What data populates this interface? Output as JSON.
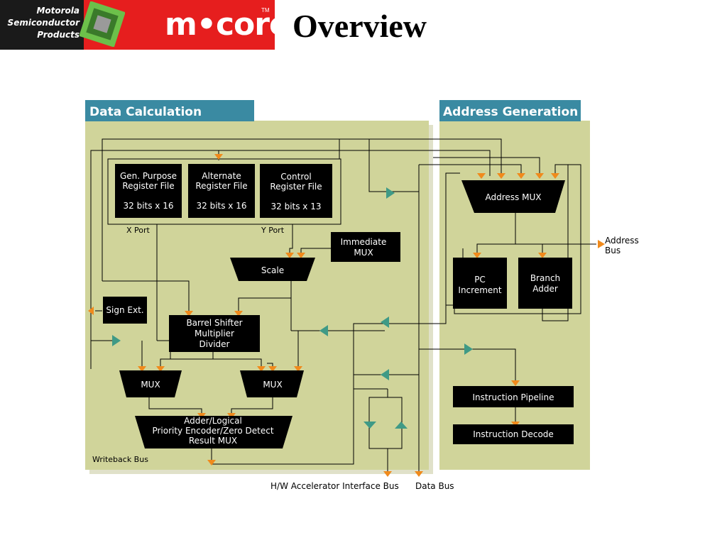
{
  "header": {
    "logo_line1": "Motorola",
    "logo_line2": "Semiconductor",
    "logo_line3": "Products",
    "logo_mcore": "m•core",
    "logo_tm": "TM",
    "title": "Overview"
  },
  "sections": {
    "data_calc": "Data Calculation",
    "addr_gen": "Address Generation"
  },
  "blocks": {
    "gpr_l1": "Gen. Purpose",
    "gpr_l2": "Register File",
    "gpr_l3": "32 bits x 16",
    "alt_l1": "Alternate",
    "alt_l2": "Register File",
    "alt_l3": "32 bits x 16",
    "ctl_l1": "Control",
    "ctl_l2": "Register File",
    "ctl_l3": "32 bits x 13",
    "x_port": "X Port",
    "y_port": "Y Port",
    "imm_l1": "Immediate",
    "imm_l2": "MUX",
    "scale": "Scale",
    "sign_ext": "Sign Ext.",
    "barrel_l1": "Barrel Shifter",
    "barrel_l2": "Multiplier",
    "barrel_l3": "Divider",
    "mux_left": "MUX",
    "mux_right": "MUX",
    "adder_l1": "Adder/Logical",
    "adder_l2": "Priority Encoder/Zero Detect",
    "adder_l3": "Result MUX",
    "writeback": "Writeback Bus",
    "addr_mux": "Address MUX",
    "pc_l1": "PC",
    "pc_l2": "Increment",
    "branch_l1": "Branch",
    "branch_l2": "Adder",
    "pipeline": "Instruction Pipeline",
    "decode": "Instruction Decode",
    "addr_bus_l1": "Address",
    "addr_bus_l2": "Bus",
    "hw_bus": "H/W Accelerator Interface Bus",
    "data_bus": "Data Bus"
  },
  "colors": {
    "banner_red": "#e61e1e",
    "panel_green": "#d0d49a",
    "tab_teal": "#3a8aa2",
    "block_black": "#000000",
    "arrow_orange": "#f08a1c",
    "bus_teal": "#3f9a86",
    "wire": "#000000"
  }
}
